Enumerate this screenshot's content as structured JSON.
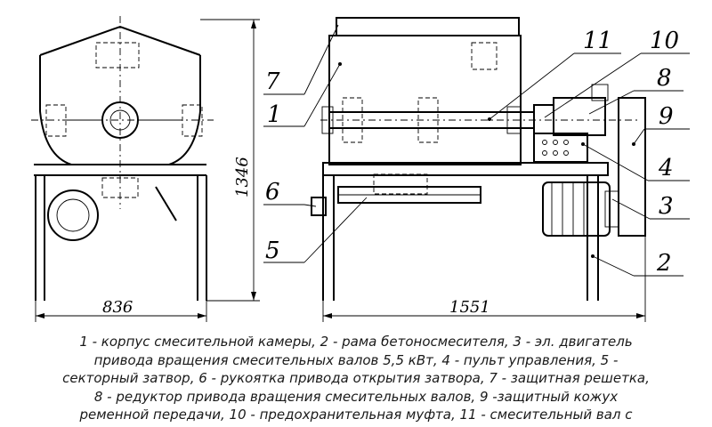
{
  "dimensions": {
    "height": "1346",
    "width_side": "836",
    "length": "1551"
  },
  "callouts": [
    "7",
    "1",
    "6",
    "5",
    "11",
    "10",
    "8",
    "9",
    "4",
    "3",
    "2"
  ],
  "caption_lines": [
    "1 - корпус смесительной камеры, 2 - рама бетоносмесителя, 3 - эл. двигатель",
    "привода вращения смесительных валов 5,5 кВт, 4 - пульт управления, 5 -",
    "секторный затвор, 6 - рукоятка привода открытия затвора, 7 - защитная решетка,",
    "8 - редуктор привода вращения смесительных валов, 9 -защитный кожух",
    "ременной передачи, 10 - предохранительная муфта, 11 - смесительный вал с"
  ]
}
